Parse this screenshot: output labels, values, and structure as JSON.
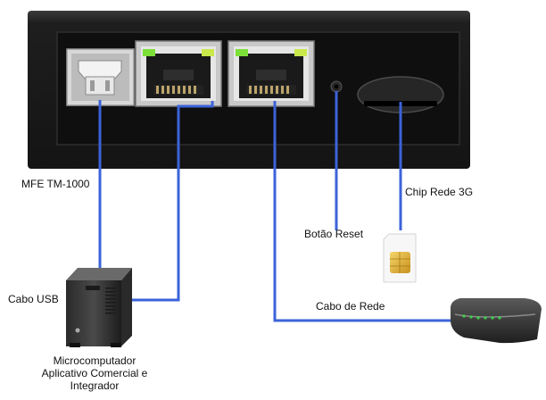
{
  "labels": {
    "device": "MFE TM-1000",
    "cable_usb": "Cabo USB",
    "computer_line1": "Microcomputador",
    "computer_line2": "Aplicativo Comercial e",
    "computer_line3": "Integrador",
    "reset_button": "Botão Reset",
    "chip": "Chip Rede 3G",
    "network_cable": "Cabo de Rede"
  },
  "colors": {
    "cable": "#3b63d9",
    "device_body": "#1c1c1c",
    "device_panel": "#111111",
    "port_metal": "#cfcfcf",
    "led_green": "#7de038",
    "sim_gold": "#e4b83c"
  },
  "icons": {
    "usb_port": "usb-b-port-icon",
    "ethernet_port": "rj45-port-icon",
    "reset": "reset-pinhole-icon",
    "sim_slot": "sim-slot-icon",
    "computer": "mini-pc-icon",
    "sim_card": "sim-card-icon",
    "router": "router-icon"
  }
}
